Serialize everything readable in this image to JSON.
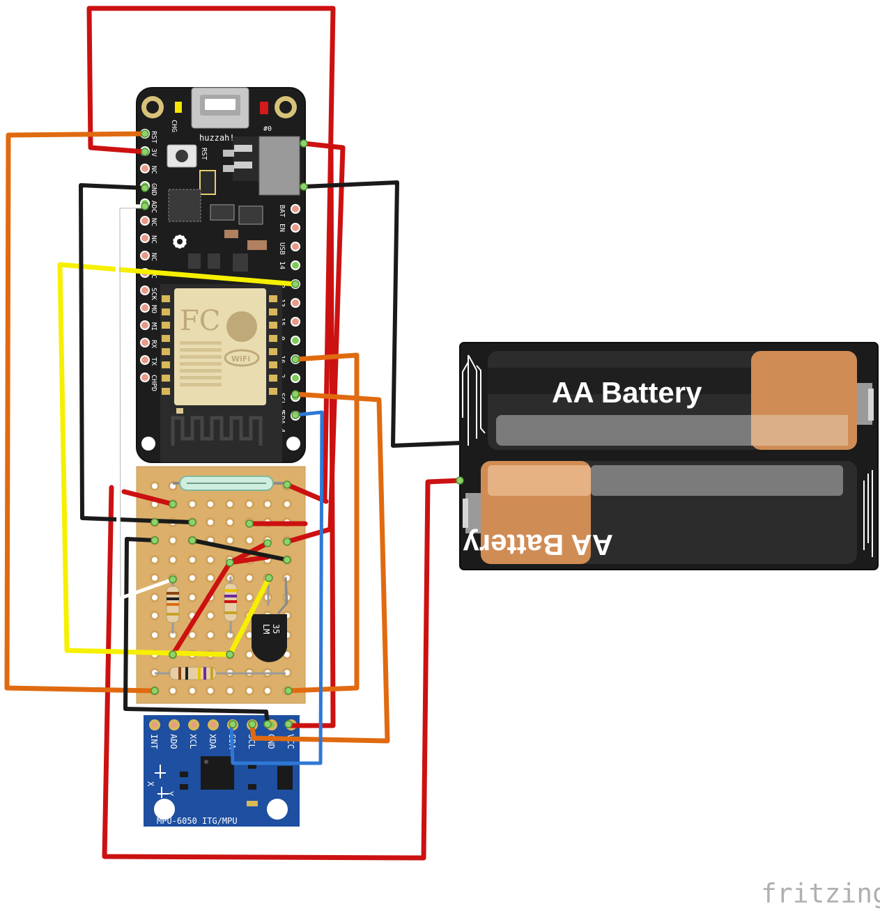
{
  "feather": {
    "name": "huzzah!",
    "chg_label": "CHG",
    "rst_button_label": "RST",
    "led_label": "#0",
    "left_pins": [
      "RST",
      "3V",
      "NC",
      "GND",
      "ADC",
      "NC",
      "NC",
      "NC",
      "NC",
      "SCK",
      "MO",
      "MI",
      "RX",
      "TX",
      "CHPD"
    ],
    "right_pins": [
      "BAT",
      "EN",
      "USB",
      "14",
      "12",
      "13",
      "15",
      "0",
      "16",
      "2",
      "SCL 5",
      "SDA 4"
    ]
  },
  "module": {
    "fc_mark": "FC",
    "wifi_mark": "WiFi"
  },
  "sensor": {
    "label_line1": "LM",
    "label_line2": "35"
  },
  "mpu": {
    "title": "MPU-6050 ITG/MPU",
    "pins": [
      "INT",
      "ADO",
      "XCL",
      "XDA",
      "SDA",
      "SCL",
      "GND",
      "VCC"
    ],
    "axis_x": "X",
    "axis_y": "Y"
  },
  "battery": {
    "cell_label": "AA Battery"
  },
  "watermark": "fritzing",
  "colors": {
    "red": "#cc1111",
    "orange": "#e06a10",
    "yellow": "#f6f000",
    "black": "#1a1a1a",
    "white": "#ffffff",
    "blue": "#2f78d6",
    "board": "#1d1d1d",
    "perfboard": "#dcb06a",
    "mpu_board": "#1e4fa0"
  }
}
